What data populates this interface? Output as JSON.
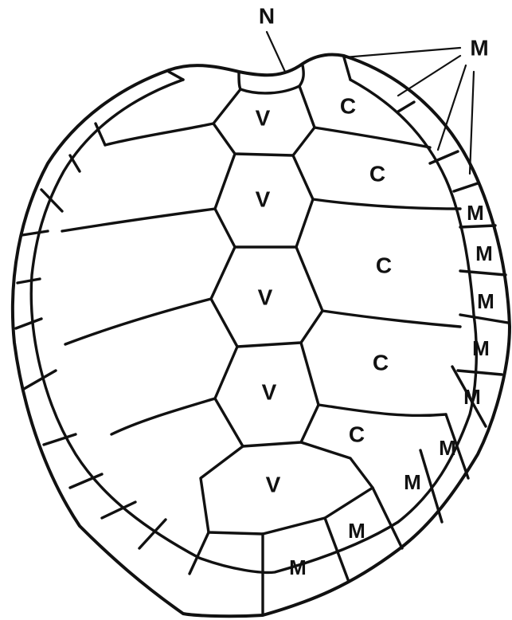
{
  "labels": {
    "nuchal": "N",
    "marginal_callout": "M",
    "vertebral_1": "V",
    "vertebral_2": "V",
    "vertebral_3": "V",
    "vertebral_4": "V",
    "vertebral_5": "V",
    "costal_1": "C",
    "costal_2": "C",
    "costal_3": "C",
    "costal_4": "C",
    "costal_5": "C",
    "marginal_1": "M",
    "marginal_2": "M",
    "marginal_3": "M",
    "marginal_4": "M",
    "marginal_5": "M",
    "marginal_6": "M",
    "marginal_7": "M",
    "marginal_8": "M",
    "marginal_9": "M"
  },
  "colors": {
    "line": "#111111",
    "background": "#ffffff"
  }
}
